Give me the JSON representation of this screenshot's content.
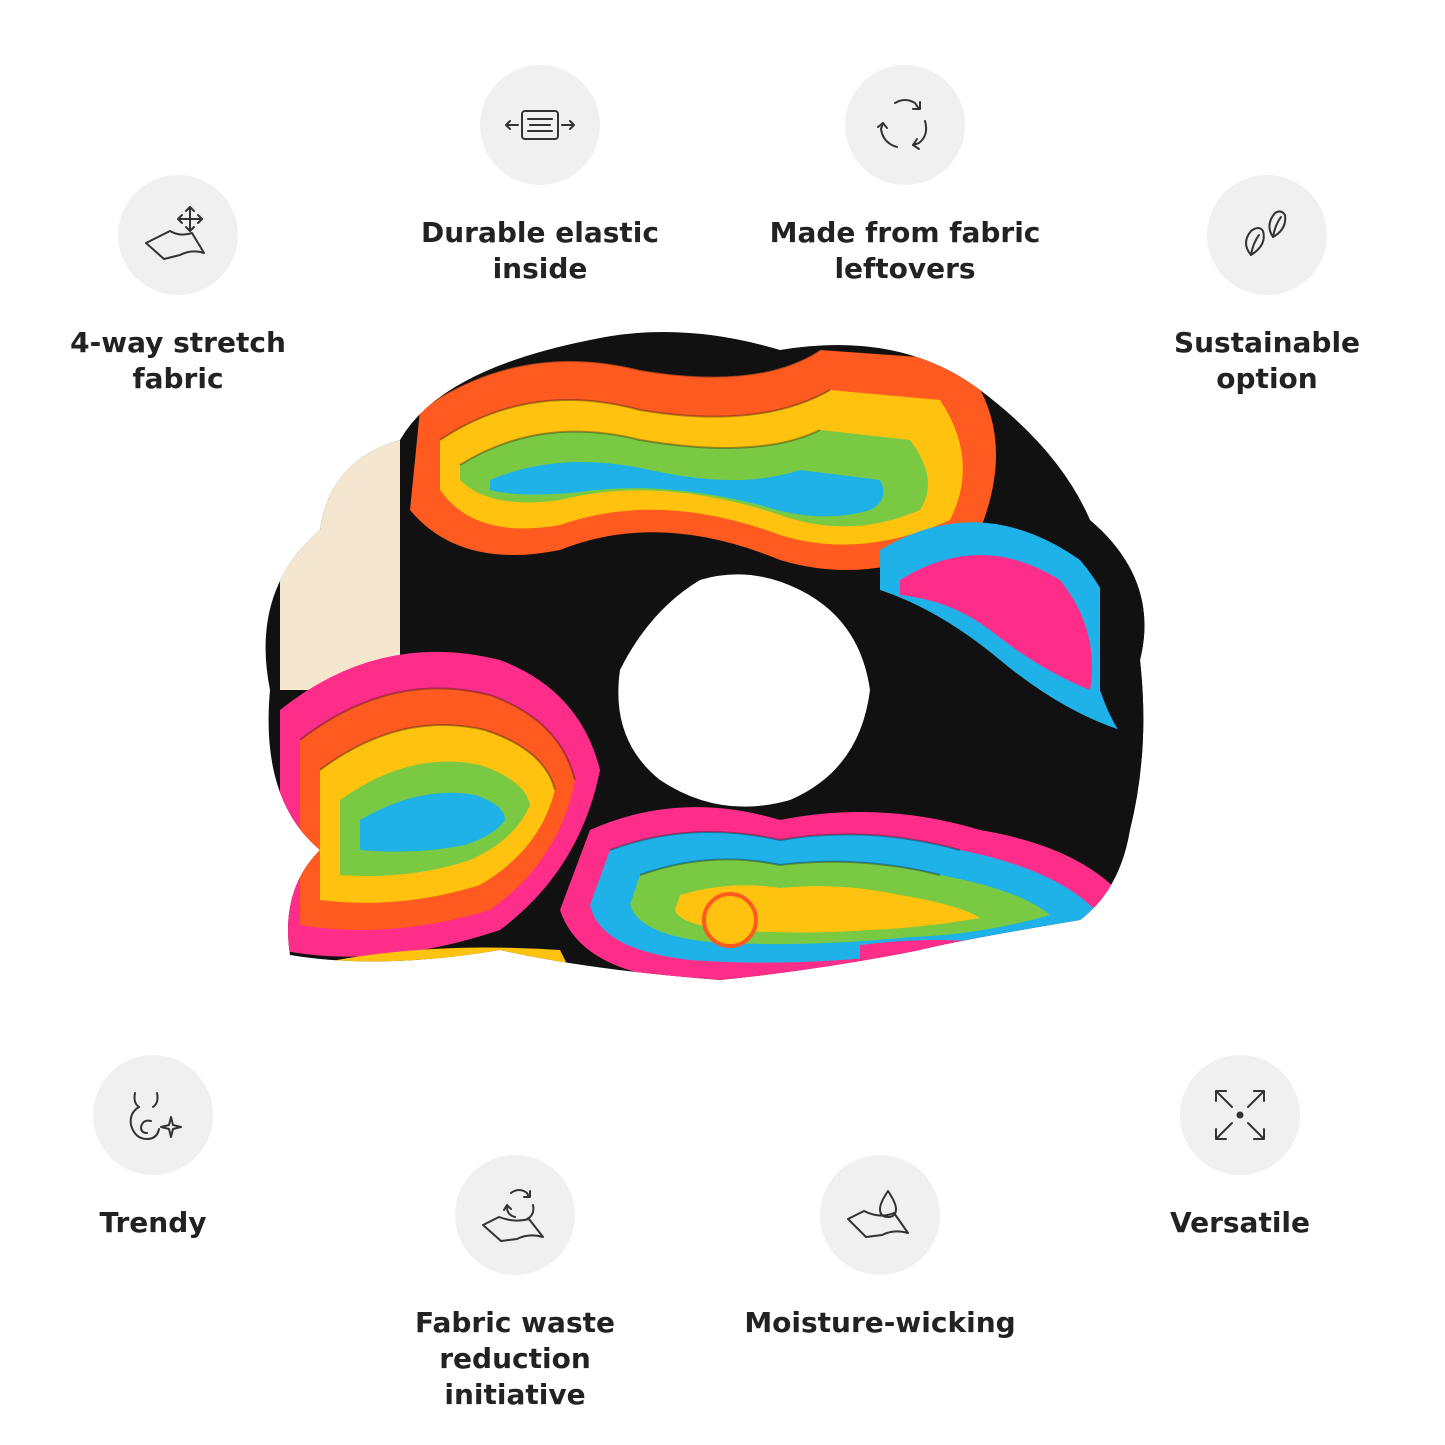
{
  "features": [
    {
      "id": "stretch",
      "label_lines": [
        "4-way stretch",
        "fabric"
      ],
      "icon": "stretch-fabric-icon"
    },
    {
      "id": "elastic",
      "label_lines": [
        "Durable elastic",
        "inside"
      ],
      "icon": "elastic-icon"
    },
    {
      "id": "leftovers",
      "label_lines": [
        "Made from fabric",
        "leftovers"
      ],
      "icon": "recycle-icon"
    },
    {
      "id": "sustain",
      "label_lines": [
        "Sustainable",
        "option"
      ],
      "icon": "leaf-icon"
    },
    {
      "id": "trendy",
      "label_lines": [
        "Trendy"
      ],
      "icon": "trendy-icon"
    },
    {
      "id": "waste",
      "label_lines": [
        "Fabric waste reduction",
        "initiative"
      ],
      "icon": "fabric-recycle-icon"
    },
    {
      "id": "moisture",
      "label_lines": [
        "Moisture-wicking"
      ],
      "icon": "moisture-drop-icon"
    },
    {
      "id": "versatile",
      "label_lines": [
        "Versatile"
      ],
      "icon": "expand-arrows-icon"
    }
  ],
  "colors": {
    "background": "#ffffff",
    "icon_circle": "#f0f0f0",
    "icon_stroke": "#333333",
    "text": "#222222",
    "pattern": [
      "#ff5a1f",
      "#ffc20e",
      "#7ac943",
      "#1fb2e8",
      "#ff2d8a",
      "#111111",
      "#f5e6cf"
    ]
  }
}
